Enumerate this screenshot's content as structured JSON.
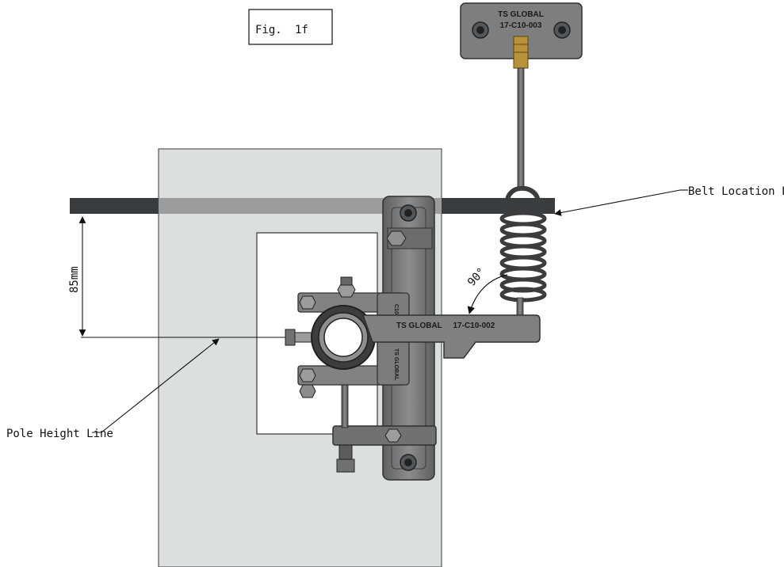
{
  "figure": {
    "label": "Fig.",
    "number": "1f"
  },
  "annotations": {
    "belt_line": "Belt Location Line",
    "pole_line": "Pole Height Line",
    "dimension": "85mm",
    "angle": "90°"
  },
  "parts": {
    "top_bracket": {
      "line1": "TS GLOBAL",
      "line2": "17-C10-003"
    },
    "arm": {
      "text": "TS GLOBAL     17-C10-002"
    },
    "clamp_upper": "C10-01",
    "clamp_lower": "TS GLOBAL"
  },
  "colors": {
    "background": "#ffffff",
    "pole_panel": "#dcdfe0",
    "belt": "#3a3d40",
    "metal": "#6f7173",
    "metal_dark": "#3e4042",
    "brass": "#b8923a"
  }
}
